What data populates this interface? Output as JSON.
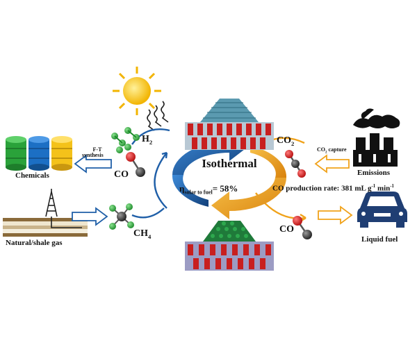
{
  "center": {
    "title": "Isothermal",
    "efficiency_symbol": "η",
    "efficiency_subscript": "solar to fuel",
    "efficiency_value": "= 58%"
  },
  "left": {
    "chemicals_label": "Chemicals",
    "ft_line1": "F-T",
    "ft_line2": "synthesis",
    "gas_label": "Natural/shale gas",
    "h2": "H",
    "h2_sub": "2",
    "co": "CO",
    "ch4": "CH",
    "ch4_sub": "4"
  },
  "right": {
    "co2": "CO",
    "co2_sub": "2",
    "capture_pre": "CO",
    "capture_sub": "2",
    "capture_post": " capture",
    "emissions_label": "Emissions",
    "rate_text": "CO production rate: 381 mL g",
    "rate_sup1": "-1",
    "rate_mid": " min",
    "rate_sup2": "-1",
    "co": "CO",
    "liquid_fuel_label": "Liquid fuel"
  },
  "colors": {
    "blue_arrow": "#1f5fa8",
    "orange_arrow": "#f0a21a",
    "oxygen": "#d21f1f",
    "carbon": "#3a3a3a",
    "hydrogen": "#33b24a",
    "barrel_green": "#2aa23a",
    "barrel_blue": "#1c6fc4",
    "barrel_yellow": "#f4c21a",
    "sun": "#f7c51e"
  }
}
